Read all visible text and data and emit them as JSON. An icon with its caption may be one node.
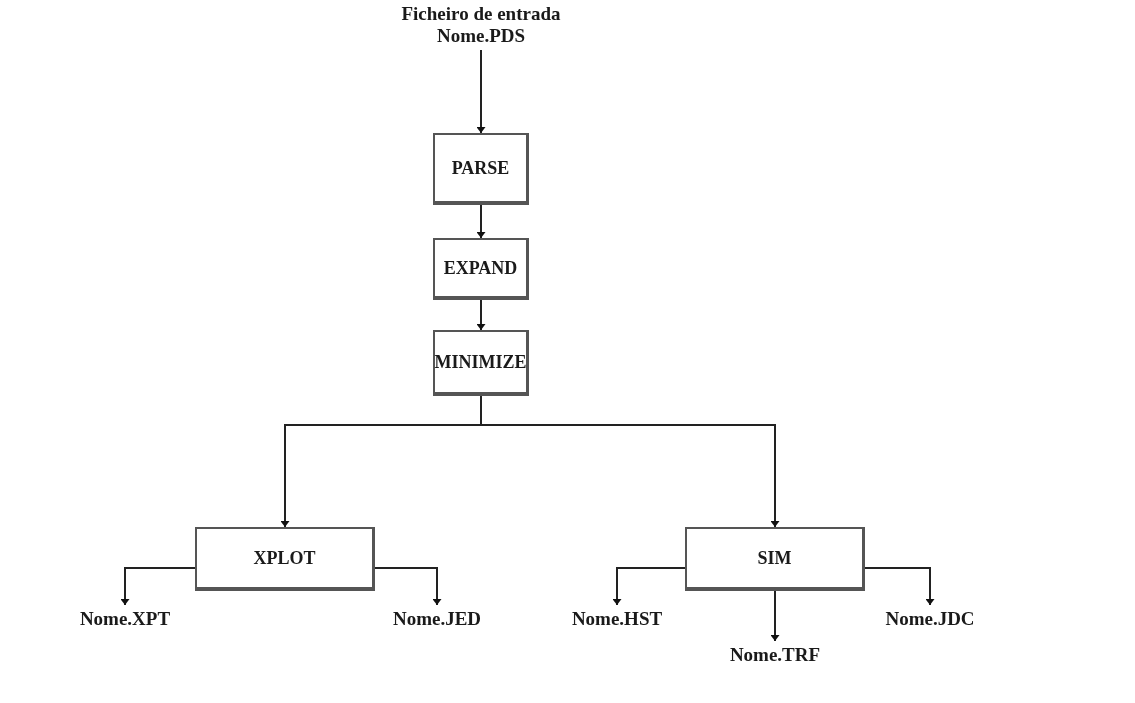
{
  "diagram": {
    "nodes": [
      {
        "text": [
          "Ficheiro de entrada Nome.PDS"
        ]
      },
      {
        "text": [
          "PARSE"
        ]
      },
      {
        "text": [
          "EXPAND"
        ]
      },
      {
        "text": [
          "MINIMIZE"
        ]
      },
      {
        "text": [
          "XPLOT"
        ]
      },
      {
        "text": [
          "SIM"
        ]
      },
      {
        "text": [
          "Nome.XPT"
        ]
      },
      {
        "text": [
          "Nome.JED"
        ]
      },
      {
        "text": [
          "Nome.HST"
        ]
      },
      {
        "text": [
          "Nome.TRF"
        ]
      },
      {
        "text": [
          "Nome.JDC"
        ]
      }
    ],
    "edges": [
      {
        "from": 0,
        "to": 1,
        "arrow": "to"
      },
      {
        "from": 1,
        "to": 2,
        "arrow": "to"
      },
      {
        "from": 2,
        "to": 3,
        "arrow": "to"
      },
      {
        "from": 3,
        "to": 4,
        "arrow": "to"
      },
      {
        "from": 3,
        "to": 5,
        "arrow": "to"
      },
      {
        "from": 4,
        "to": 6,
        "arrow": "to"
      },
      {
        "from": 4,
        "to": 7,
        "arrow": "to"
      },
      {
        "from": 5,
        "to": 8,
        "arrow": "to"
      },
      {
        "from": 5,
        "to": 9,
        "arrow": "to"
      },
      {
        "from": 5,
        "to": 10,
        "arrow": "to"
      }
    ]
  }
}
